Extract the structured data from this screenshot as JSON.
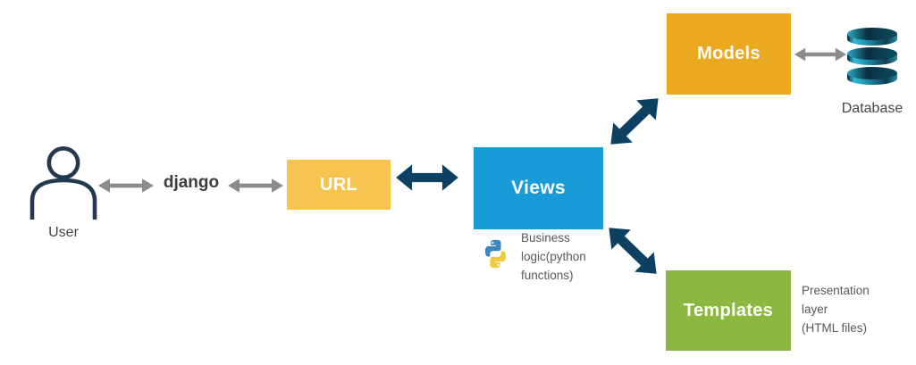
{
  "nodes": {
    "user": {
      "label": "User"
    },
    "django": {
      "label": "django"
    },
    "url": {
      "label": "URL",
      "color": "#F6C44F"
    },
    "views": {
      "label": "Views",
      "color": "#199BD8"
    },
    "models": {
      "label": "Models",
      "color": "#EBA821"
    },
    "templates": {
      "label": "Templates",
      "color": "#8CB841"
    },
    "database": {
      "label": "Database"
    }
  },
  "notes": {
    "views": {
      "lines": [
        "Business",
        "logic(python",
        "functions)"
      ]
    },
    "templates": {
      "lines": [
        "Presentation",
        "layer",
        "(HTML files)"
      ]
    }
  },
  "icons": {
    "user": "person-outline-icon",
    "python": "python-logo-icon",
    "database": "database-cylinder-icon"
  },
  "colors": {
    "arrow_primary": "#0D4164",
    "arrow_secondary": "#8C8C8C",
    "note_text": "#595959",
    "icon_outline": "#243950",
    "background": "#FFFFFF"
  },
  "connections": [
    {
      "from": "user",
      "to": "django",
      "style": "gray-double-arrow"
    },
    {
      "from": "django",
      "to": "url",
      "style": "gray-double-arrow"
    },
    {
      "from": "url",
      "to": "views",
      "style": "navy-double-arrow"
    },
    {
      "from": "views",
      "to": "models",
      "style": "navy-double-arrow"
    },
    {
      "from": "views",
      "to": "templates",
      "style": "navy-double-arrow"
    },
    {
      "from": "models",
      "to": "database",
      "style": "gray-double-arrow"
    }
  ]
}
